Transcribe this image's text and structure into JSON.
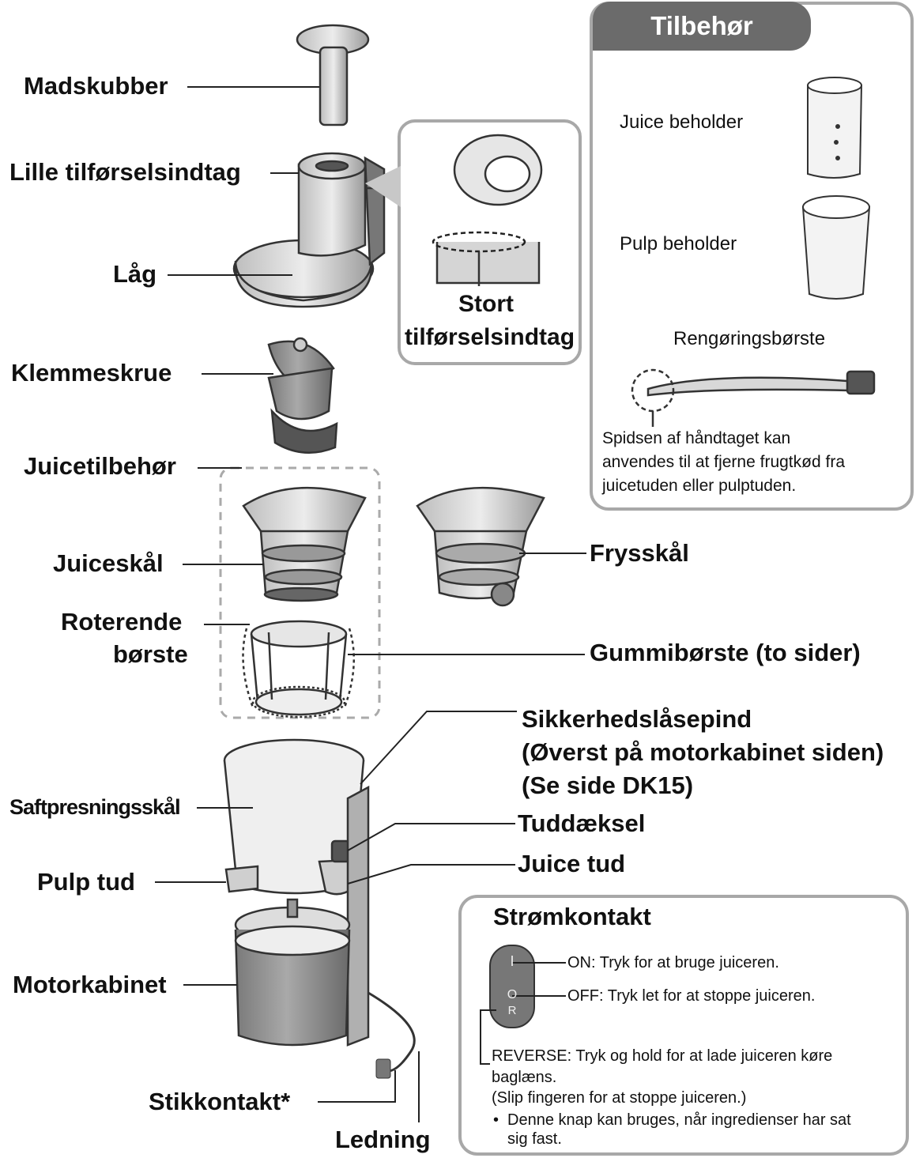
{
  "labels": {
    "madskubber": "Madskubber",
    "lille_tilforsel": "Lille tilførselsindtag",
    "laag": "Låg",
    "stort_line1": "Stort",
    "stort_line2": "tilførselsindtag",
    "klemmeskrue": "Klemmeskrue",
    "juicetilbehor": "Juicetilbehør",
    "juiceskaal": "Juiceskål",
    "frysskaal": "Frysskål",
    "roterende_line1": "Roterende",
    "roterende_line2": "børste",
    "gummiborste": "Gummibørste (to sider)",
    "sikkerhed_line1": "Sikkerhedslåsepind",
    "sikkerhed_line2": "(Øverst på motorkabinet siden)",
    "sikkerhed_line3": "(Se side DK15)",
    "saftpresning": "Saftpresningsskål",
    "tuddaeksel": "Tuddæksel",
    "pulp_tud": "Pulp tud",
    "juice_tud": "Juice tud",
    "motorkabinet": "Motorkabinet",
    "stikkontakt": "Stikkontakt*",
    "ledning": "Ledning"
  },
  "accessories": {
    "title": "Tilbehør",
    "juice_container": "Juice beholder",
    "pulp_container": "Pulp beholder",
    "brush": "Rengøringsbørste",
    "brush_note_1": "Spidsen af håndtaget kan",
    "brush_note_2": "anvendes til at fjerne frugtkød fra",
    "brush_note_3": "juicetuden eller pulptuden."
  },
  "power_switch": {
    "title": "Strømkontakt",
    "on_mark": "I",
    "off_mark": "O",
    "reverse_mark": "R",
    "on": "ON: Tryk for at bruge juiceren.",
    "off": "OFF: Tryk let for at stoppe juiceren.",
    "reverse_1": "REVERSE: Tryk og hold for at lade juiceren køre",
    "reverse_2": "baglæns.",
    "reverse_3": "(Slip fingeren for at stoppe juiceren.)",
    "note_1": "Denne knap kan bruges, når ingredienser har sat",
    "note_2": "sig fast."
  },
  "colors": {
    "part_fill": "#d9d9d9",
    "part_dark": "#8c8c8c",
    "box_border": "#a8a8a8",
    "tab_fill": "#6b6b6b"
  }
}
